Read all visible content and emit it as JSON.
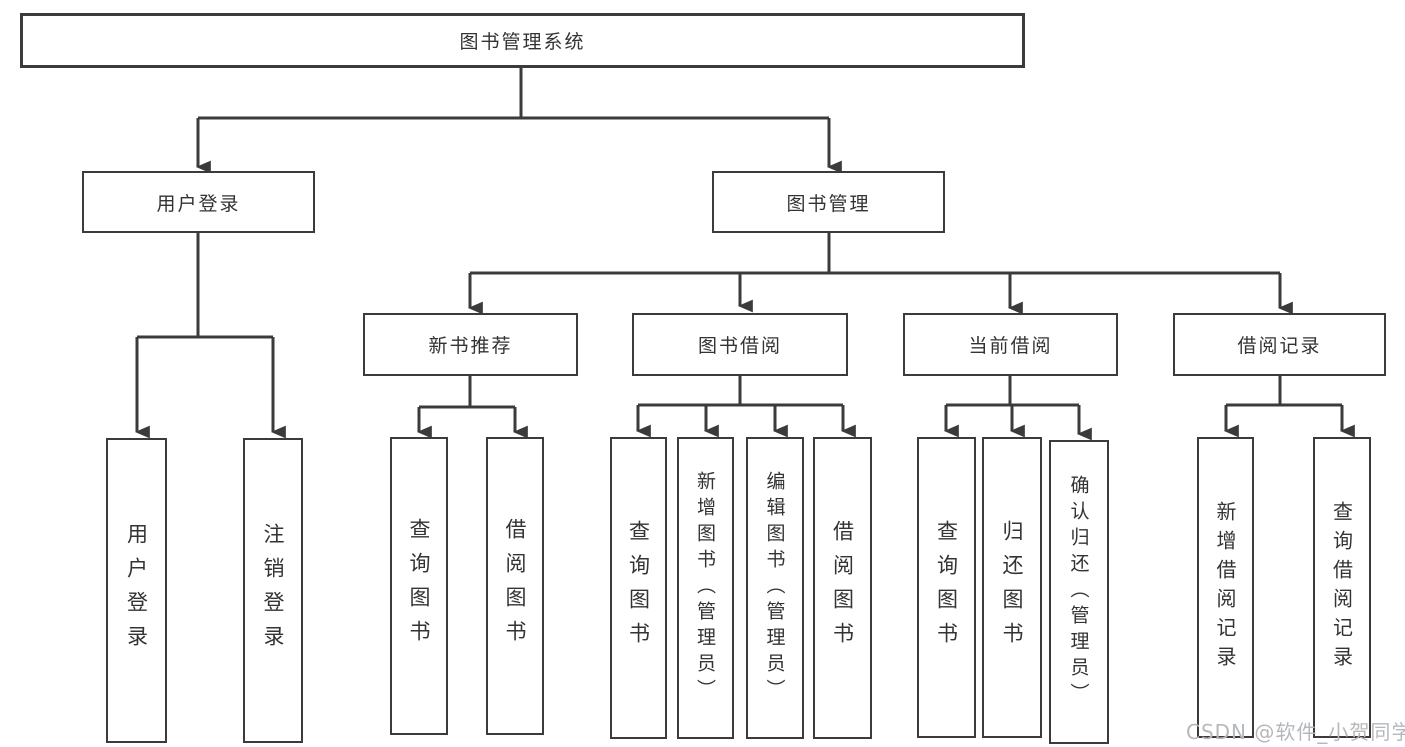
{
  "tree": {
    "label": "图书管理系统",
    "children": [
      {
        "label": "用户登录",
        "children": [
          {
            "label": "用户登录"
          },
          {
            "label": "注销登录"
          }
        ]
      },
      {
        "label": "图书管理",
        "children": [
          {
            "label": "新书推荐",
            "children": [
              {
                "label": "查询图书"
              },
              {
                "label": "借阅图书"
              }
            ]
          },
          {
            "label": "图书借阅",
            "children": [
              {
                "label": "查询图书"
              },
              {
                "label": "新增图书（管理员）"
              },
              {
                "label": "编辑图书（管理员）"
              },
              {
                "label": "借阅图书"
              }
            ]
          },
          {
            "label": "当前借阅",
            "children": [
              {
                "label": "查询图书"
              },
              {
                "label": "归还图书"
              },
              {
                "label": "确认归还（管理员）"
              }
            ]
          },
          {
            "label": "借阅记录",
            "children": [
              {
                "label": "新增借阅记录"
              },
              {
                "label": "查询借阅记录"
              }
            ]
          }
        ]
      }
    ]
  },
  "watermark": {
    "text": "CSDN @软件_小贺同学"
  },
  "colors": {
    "line": "#3b3b3b",
    "text": "#333333",
    "watermark": "#b5b8bb",
    "background": "#ffffff"
  }
}
